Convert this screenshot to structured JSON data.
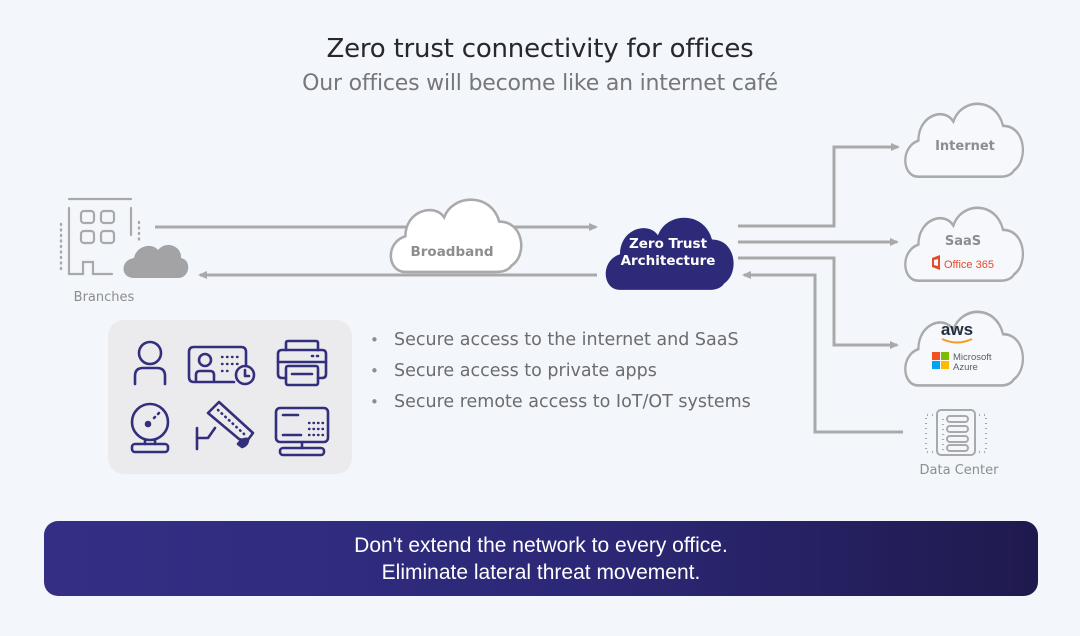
{
  "title": "Zero trust connectivity for offices",
  "subtitle": "Our offices will become like an internet café",
  "nodes": {
    "branches": {
      "label": "Branches",
      "icon": "office-building-icon"
    },
    "broadband": {
      "label": "Broadband",
      "icon": "cloud-icon"
    },
    "zta": {
      "line1": "Zero Trust",
      "line2": "Architecture",
      "icon": "cloud-icon"
    },
    "internet": {
      "label": "Internet",
      "icon": "cloud-icon"
    },
    "saas": {
      "label": "SaaS",
      "logo": "Office 365",
      "icon": "cloud-icon"
    },
    "cloud_providers": {
      "logo1": "aws",
      "logo2_line1": "Microsoft",
      "logo2_line2": "Azure",
      "icon": "cloud-icon"
    },
    "data_center": {
      "label": "Data Center",
      "icon": "server-rack-icon"
    }
  },
  "devices": [
    {
      "name": "user-icon"
    },
    {
      "name": "badge-reader-icon"
    },
    {
      "name": "printer-icon"
    },
    {
      "name": "webcam-icon"
    },
    {
      "name": "security-camera-icon"
    },
    {
      "name": "terminal-icon"
    }
  ],
  "bullets": [
    "Secure access to the internet and SaaS",
    "Secure access to private apps",
    "Secure remote access to IoT/OT systems"
  ],
  "banner": {
    "line1": "Don't extend the network to every office.",
    "line2": "Eliminate lateral threat movement."
  },
  "colors": {
    "background": "#f3f6fa",
    "accent": "#2e2a7a",
    "line": "#a9a9ab",
    "office_red": "#e5492b",
    "aws_orange": "#f29b27"
  }
}
